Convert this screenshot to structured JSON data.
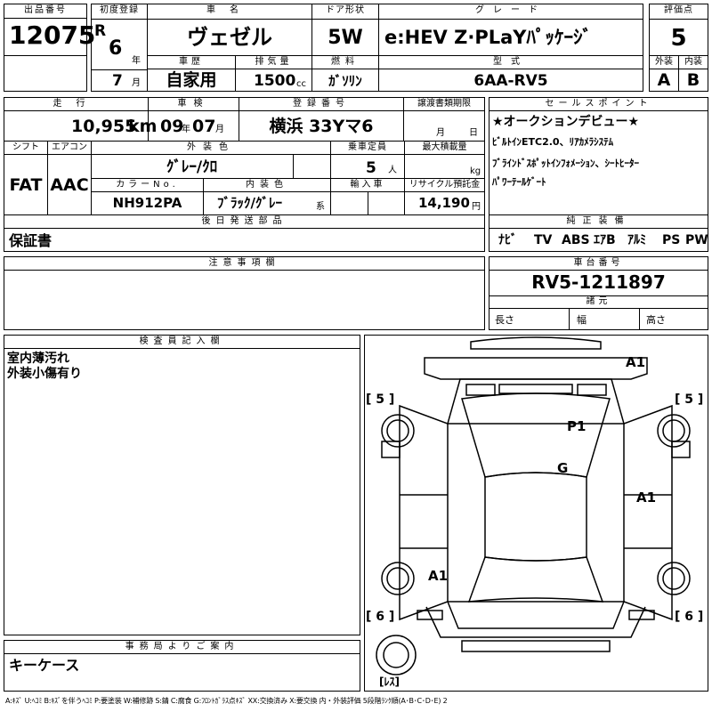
{
  "headers": {
    "lot_no": "出品番号",
    "first_reg": "初度登録",
    "car_name": "車名",
    "door": "ドア形状",
    "grade": "グレード",
    "score": "評価点",
    "history": "車歴",
    "displacement": "排気量",
    "fuel": "燃料",
    "model": "型式",
    "exterior": "外装",
    "interior": "内装",
    "mileage": "走行",
    "inspection": "車検",
    "plate": "登録番号",
    "transfer": "譲渡書類期限",
    "sales_point": "セールスポイント",
    "shift": "シフト",
    "aircon": "エアコン",
    "ext_color": "外装色",
    "capacity": "乗車定員",
    "max_load": "最大積載量",
    "color_no": "カラーNo.",
    "int_color": "内装色",
    "import": "輸入車",
    "recycle": "リサイクル預託金",
    "later_parts": "後日発送部品",
    "genuine": "純正装備",
    "notes": "注意事項欄",
    "chassis": "車台番号",
    "specs": "諸元",
    "inspector": "検査員記入欄",
    "office": "事務局よりご案内"
  },
  "values": {
    "lot_no": "12075",
    "era": "R",
    "year": "6",
    "year_unit": "年",
    "month": "7",
    "month_unit": "月",
    "car_name": "ヴェゼル",
    "door": "5W",
    "grade": "e:HEV Z·PLaYﾊﾟｯｹｰｼﾞ",
    "score": "5",
    "history": "自家用",
    "displacement": "1500",
    "displacement_unit": "cc",
    "fuel": "ｶﾞｿﾘﾝ",
    "model": "6AA-RV5",
    "exterior": "A",
    "interior": "B",
    "mileage": "10,955",
    "mileage_unit": "km",
    "insp_year": "09",
    "insp_year_unit": "年",
    "insp_month": "07",
    "insp_month_unit": "月",
    "plate": "横浜 33Yマ6",
    "transfer_month": "月",
    "transfer_day": "日",
    "shift": "FAT",
    "aircon": "AAC",
    "ext_color": "ｸﾞﾚｰ/ｸﾛ",
    "capacity": "5",
    "capacity_unit": "人",
    "load_unit": "kg",
    "color_no": "NH912PA",
    "int_color": "ﾌﾞﾗｯｸ/ｸﾞﾚｰ",
    "int_color_unit": "系",
    "recycle": "14,190",
    "recycle_unit": "円",
    "later_parts": "保証書",
    "chassis": "RV5-1211897",
    "length": "長さ",
    "width": "幅",
    "height": "高さ"
  },
  "sales_points": [
    "★オークションデビュー★",
    "ﾋﾞﾙﾄｲﾝETC2.0、ﾘｱｶﾒﾗｼｽﾃﾑ",
    "ﾌﾞﾗｲﾝﾄﾞｽﾎﾟｯﾄｲﾝﾌｫﾒｰｼｮﾝ、ｼｰﾄﾋｰﾀｰ",
    "ﾊﾟﾜｰﾃｰﾙｹﾞｰﾄ"
  ],
  "genuine_equipment": [
    "ﾅﾋﾞ",
    "TV",
    "ABS",
    "ｴｱB",
    "ｱﾙﾐ",
    "PS",
    "PW"
  ],
  "inspector_notes": [
    "室内薄汚れ",
    "外装小傷有り"
  ],
  "office_note": "キーケース",
  "diagram": {
    "tire_fl": "[ 5 ]",
    "tire_fr": "[ 5 ]",
    "tire_rl": "[ 6 ]",
    "tire_rr": "[ 6 ]",
    "spare": "[ﾚｽ]",
    "marks": {
      "a1_top": "A1",
      "p1": "P1",
      "g": "G",
      "a1_right": "A1",
      "a1_left": "A1"
    }
  },
  "legend": "A:ｷｽﾞ U:ﾍｺﾐ B:ｷｽﾞを伴うﾍｺﾐ P:要塗装 W:補修跡 S:錆 C:腐食 G:ﾌﾛﾝﾄｶﾞﾗｽ点ｷｽﾞ XX:交換済み X:要交換 内・外装評価 5段階ﾗﾝｸ順(A･B･C･D･E) 2"
}
